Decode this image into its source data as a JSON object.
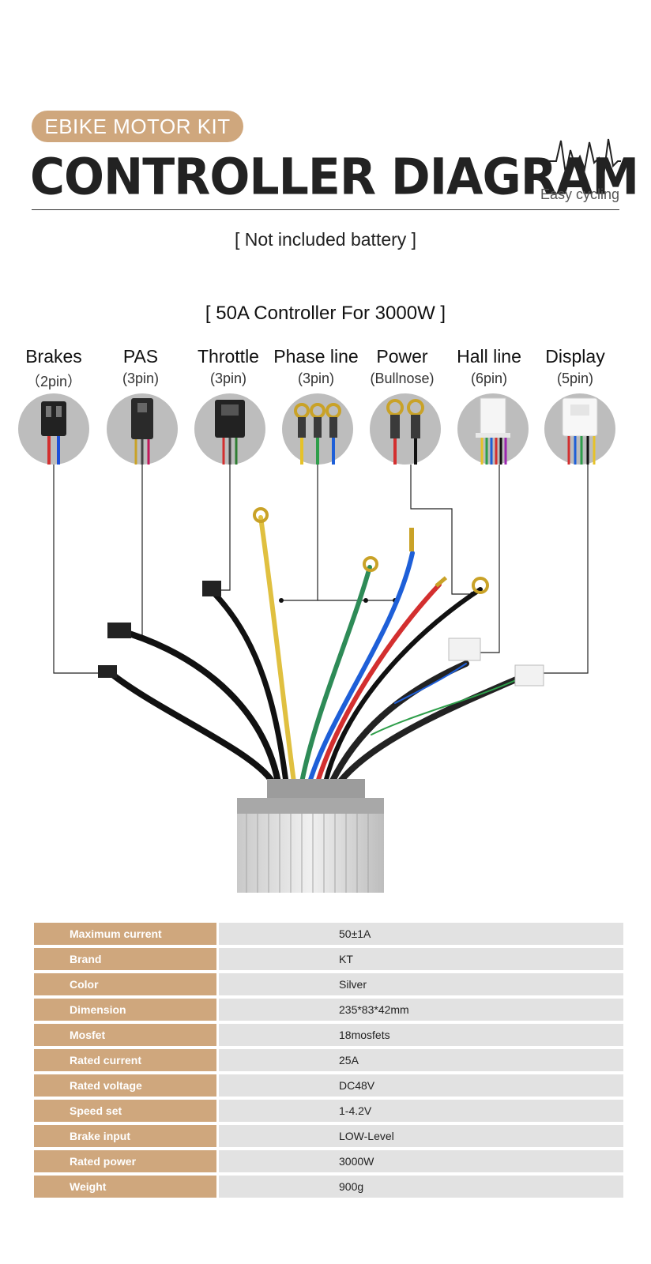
{
  "header": {
    "badge": "EBIKE MOTOR KIT",
    "title": "CONTROLLER  DIAGRAM",
    "tagline": "Easy cycling"
  },
  "note": "[ Not included battery ]",
  "subtitle": "[ 50A Controller For 3000W ]",
  "ports": [
    {
      "name": "Brakes",
      "detail": "（2pin）"
    },
    {
      "name": "PAS",
      "detail": "(3pin)"
    },
    {
      "name": "Throttle",
      "detail": "(3pin)"
    },
    {
      "name": "Phase line",
      "detail": "(3pin)"
    },
    {
      "name": "Power",
      "detail": "(Bullnose)"
    },
    {
      "name": "Hall line",
      "detail": "(6pin)"
    },
    {
      "name": "Display",
      "detail": "(5pin)"
    }
  ],
  "specs": [
    {
      "key": "Maximum current",
      "value": "50±1A"
    },
    {
      "key": "Brand",
      "value": "KT"
    },
    {
      "key": "Color",
      "value": "Silver"
    },
    {
      "key": "Dimension",
      "value": "235*83*42mm"
    },
    {
      "key": "Mosfet",
      "value": "18mosfets"
    },
    {
      "key": "Rated current",
      "value": "25A"
    },
    {
      "key": "Rated voltage",
      "value": "DC48V"
    },
    {
      "key": "Speed set",
      "value": "1-4.2V"
    },
    {
      "key": "Brake input",
      "value": "LOW-Level"
    },
    {
      "key": "Rated power",
      "value": "3000W"
    },
    {
      "key": "Weight",
      "value": "900g"
    }
  ],
  "colors": {
    "accent": "#cfa77d",
    "row_bg": "#e2e2e2"
  }
}
